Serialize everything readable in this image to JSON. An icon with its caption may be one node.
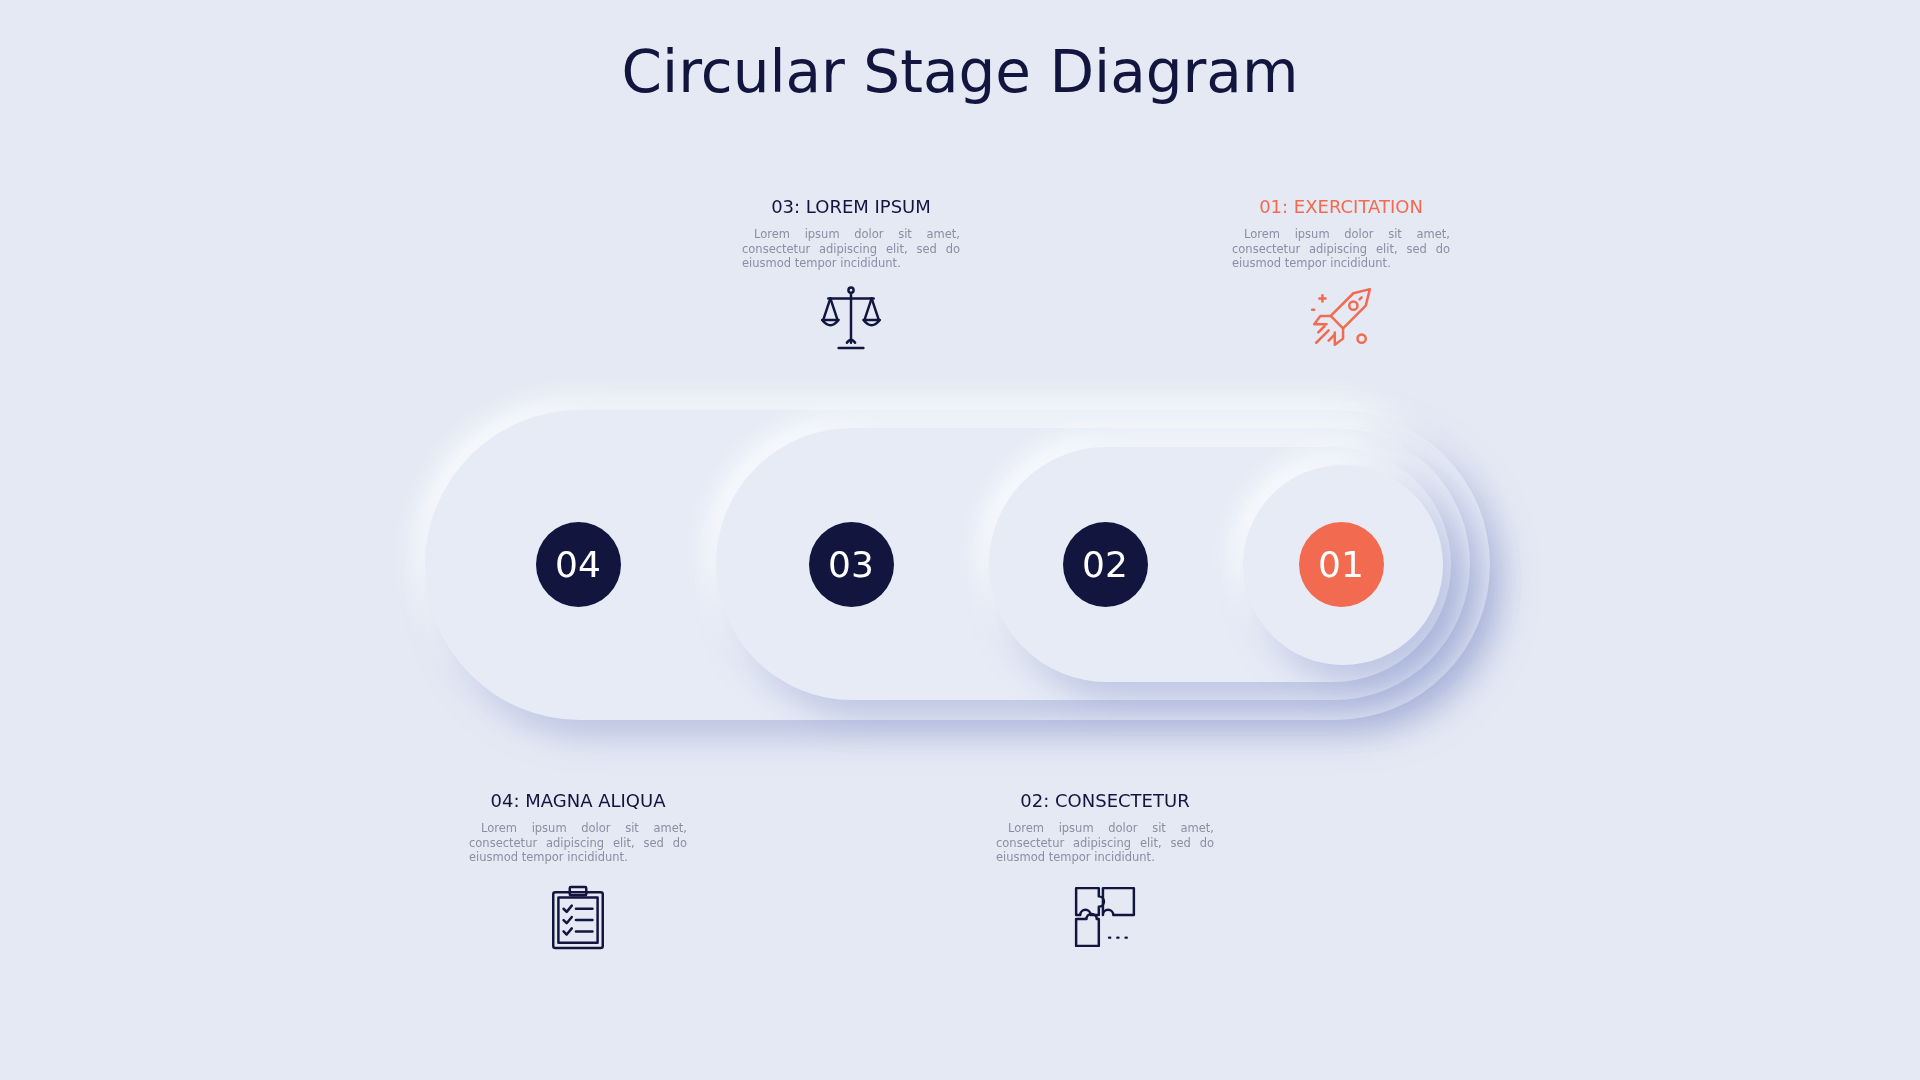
{
  "diagram": {
    "title": "Circular Stage Diagram",
    "nodes": [
      {
        "text": [],
        "shape": "box"
      },
      {
        "text": [
          "04"
        ],
        "in": 0
      },
      {
        "text": [],
        "shape": "box",
        "in": 0
      },
      {
        "text": [
          "03"
        ],
        "in": 2
      },
      {
        "text": [],
        "shape": "box",
        "in": 2
      },
      {
        "text": [
          "02"
        ],
        "in": 4
      },
      {
        "text": [],
        "shape": "circle",
        "in": 4
      },
      {
        "text": [
          "01"
        ],
        "in": 6
      }
    ],
    "edges": [],
    "labels": [
      "03: LOREM IPSUM",
      "Lorem ipsum dolor sit amet, consectetur adipiscing elit, sed do eiusmod tempor incididunt.",
      "01: EXERCITATION",
      "Lorem ipsum dolor sit amet, consectetur adipiscing elit, sed do eiusmod tempor incididunt.",
      "04: MAGNA ALIQUA",
      "Lorem ipsum dolor sit amet, consectetur adipiscing elit, sed do eiusmod tempor incididunt.",
      "02: CONSECTETUR",
      "Lorem ipsum dolor sit amet, consectetur adipiscing elit, sed do eiusmod tempor incididunt."
    ]
  }
}
